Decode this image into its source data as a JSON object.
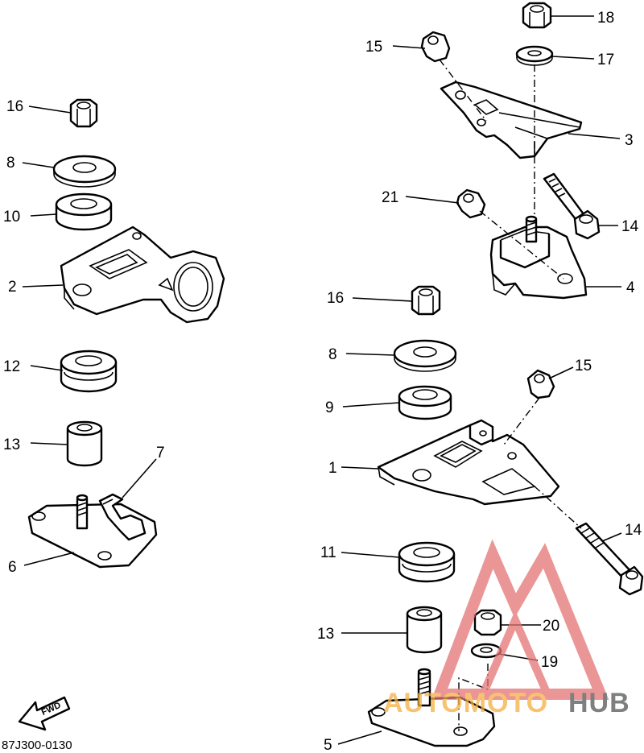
{
  "diagram": {
    "code": "87J300-0130",
    "fwd_label": "FWD",
    "callouts": [
      "16",
      "8",
      "10",
      "2",
      "12",
      "13",
      "7",
      "6",
      "15",
      "18",
      "17",
      "3",
      "21",
      "14",
      "4",
      "16",
      "8",
      "15",
      "9",
      "1",
      "14",
      "11",
      "13",
      "20",
      "19",
      "5"
    ]
  },
  "watermark": {
    "text_a": "AUTOMOTO",
    "text_b": "HUB",
    "color_a": "#f5b041",
    "color_b": "#555555",
    "triangle_color": "#e57373"
  }
}
